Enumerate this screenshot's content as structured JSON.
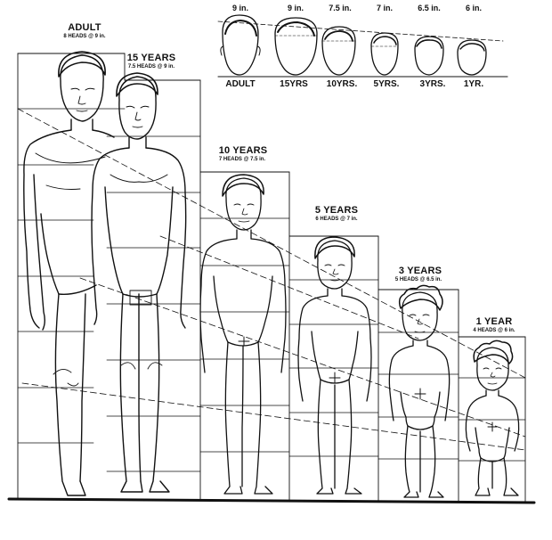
{
  "head_sizes": {
    "items": [
      {
        "top_label": "9 in.",
        "bottom_label": "ADULT"
      },
      {
        "top_label": "9 in.",
        "bottom_label": "15YRS"
      },
      {
        "top_label": "7.5 in.",
        "bottom_label": "10YRS."
      },
      {
        "top_label": "7 in.",
        "bottom_label": "5YRS."
      },
      {
        "top_label": "6.5 in.",
        "bottom_label": "3YRS."
      },
      {
        "top_label": "6 in.",
        "bottom_label": "1YR."
      }
    ]
  },
  "figures": [
    {
      "title": "ADULT",
      "subtitle": "8 HEADS @ 9 in.",
      "heads": 8
    },
    {
      "title": "15 YEARS",
      "subtitle": "7.5 HEADS @ 9 in.",
      "heads": 7.5
    },
    {
      "title": "10 YEARS",
      "subtitle": "7 HEADS @ 7.5 in.",
      "heads": 7
    },
    {
      "title": "5 YEARS",
      "subtitle": "6 HEADS @ 7 in.",
      "heads": 6
    },
    {
      "title": "3 YEARS",
      "subtitle": "5 HEADS @ 6.5 in.",
      "heads": 5
    },
    {
      "title": "1 YEAR",
      "subtitle": "4 HEADS @ 6 in.",
      "heads": 4
    }
  ]
}
